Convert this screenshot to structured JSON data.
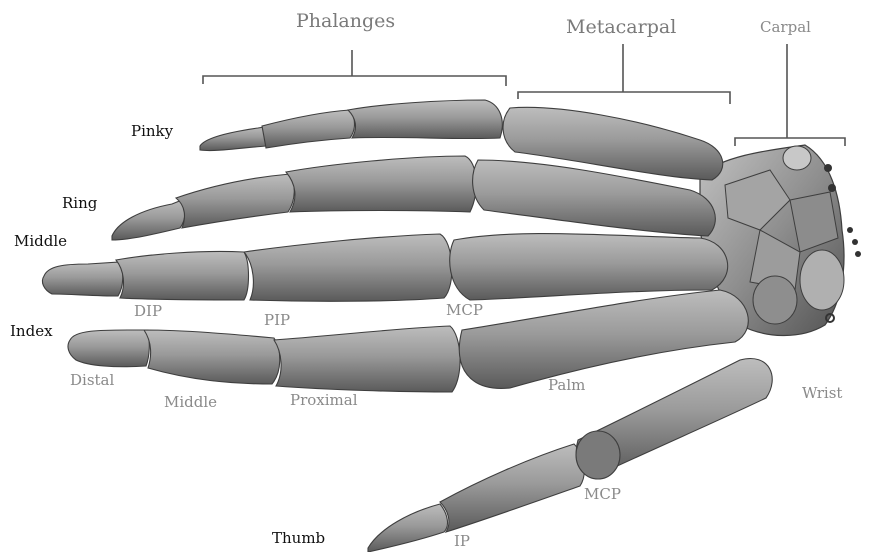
{
  "headers": {
    "phalanges": "Phalanges",
    "metacarpal": "Metacarpal",
    "carpal": "Carpal"
  },
  "fingers": {
    "pinky": "Pinky",
    "ring": "Ring",
    "middle": "Middle",
    "index": "Index",
    "thumb": "Thumb"
  },
  "joints": {
    "dip": "DIP",
    "pip": "PIP",
    "mcp": "MCP",
    "thumb_mcp": "MCP",
    "ip": "IP"
  },
  "segments": {
    "distal": "Distal",
    "middle": "Middle",
    "proximal": "Proximal",
    "palm": "Palm",
    "wrist": "Wrist"
  },
  "colors": {
    "bone_light": "#b4b4b4",
    "bone_dark": "#5e5e5e",
    "label_dark": "#111111",
    "label_grey": "#8a8a8a"
  }
}
